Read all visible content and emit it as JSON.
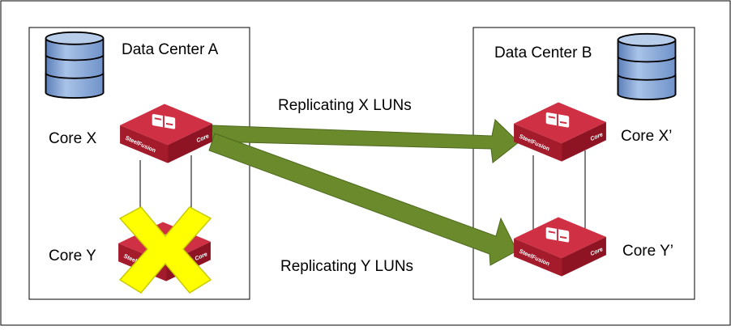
{
  "data_centers": {
    "a": {
      "title": "Data Center A"
    },
    "b": {
      "title": "Data Center B"
    }
  },
  "cores": {
    "x": {
      "label": "Core X"
    },
    "y": {
      "label": "Core Y",
      "failed": true
    },
    "x_prime": {
      "label": "Core X’"
    },
    "y_prime": {
      "label": "Core Y’"
    }
  },
  "appliance": {
    "brand": "SteelFusion",
    "model": "Core"
  },
  "replication": {
    "x_label": "Replicating X LUNs",
    "y_label": "Replicating Y LUNs"
  },
  "colors": {
    "appliance": "#c8283a",
    "arrow": "#6a8a2c",
    "failure_mark": "#ffff00",
    "database": "#8fb0dc"
  },
  "icons": {
    "database": "database-icon",
    "appliance": "steelfusion-core-icon",
    "failure": "failure-x-icon"
  }
}
